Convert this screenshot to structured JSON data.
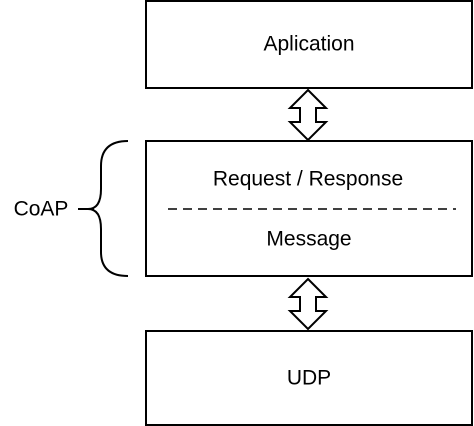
{
  "diagram": {
    "layers": {
      "application": {
        "label": "Aplication"
      },
      "coap_upper": {
        "label": "Request / Response"
      },
      "coap_lower": {
        "label": "Message"
      },
      "transport": {
        "label": "UDP"
      }
    },
    "group": {
      "label": "CoAP"
    },
    "colors": {
      "stroke": "#000000",
      "fill": "#ffffff",
      "text": "#000000"
    }
  }
}
